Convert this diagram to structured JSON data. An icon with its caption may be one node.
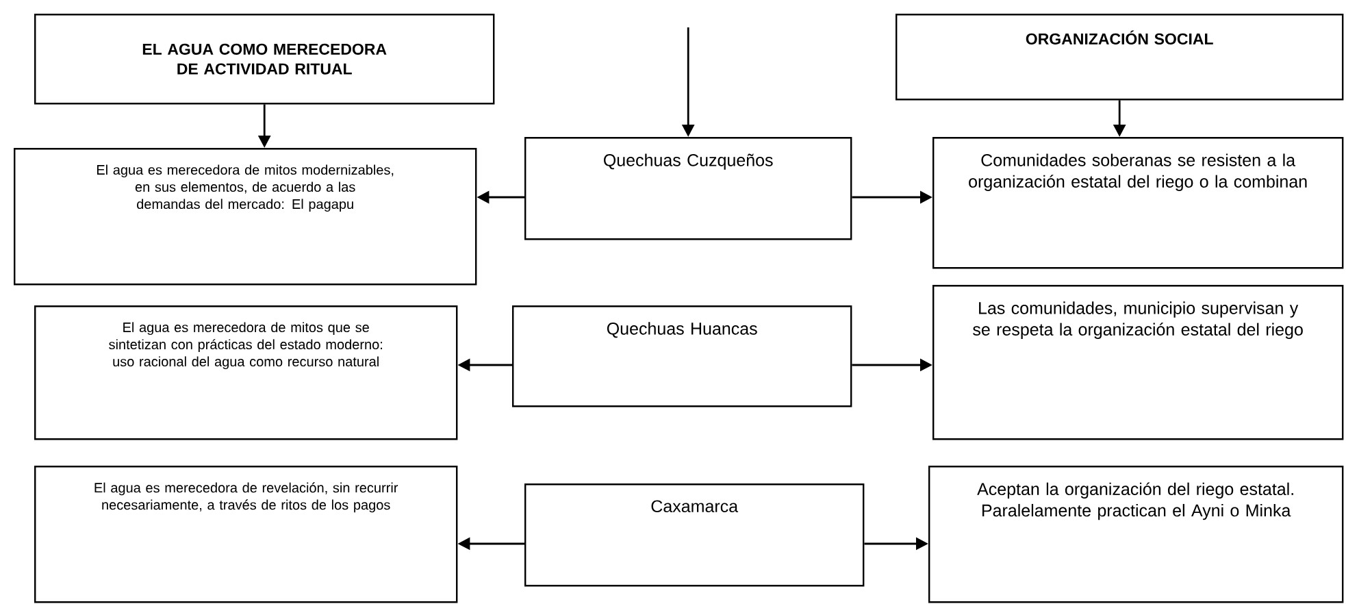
{
  "diagram": {
    "nodes": [
      {
        "text": [
          "EL AGUA COMO MERECEDORA DE ACTIVIDAD RITUAL"
        ]
      },
      {
        "text": [
          "ORGANIZACIÓN SOCIAL"
        ]
      },
      {
        "text": [
          "El agua es merecedora de mitos modernizables, en sus elementos, de acuerdo a las demandas del mercado: El pagapu"
        ]
      },
      {
        "text": [
          "Quechuas Cuzqueños"
        ]
      },
      {
        "text": [
          "Comunidades soberanas se resisten a la organización estatal del riego o la combinan"
        ]
      },
      {
        "text": [
          "El agua es merecedora de mitos que se sintetizan con prácticas del estado moderno: uso racional del agua como recurso natural"
        ]
      },
      {
        "text": [
          "Quechuas Huancas"
        ]
      },
      {
        "text": [
          "Las comunidades, municipio supervisan y se respeta la organización estatal del riego"
        ]
      },
      {
        "text": [
          "El agua es merecedora de revelación, sin recurrir necesariamente, a través de ritos de los pagos"
        ]
      },
      {
        "text": [
          "Caxamarca"
        ]
      },
      {
        "text": [
          "Aceptan la organización del riego estatal. Paralelamente practican el Ayni o Minka"
        ]
      }
    ],
    "edges": [
      {
        "from": 0,
        "to": 2,
        "arrow": "to"
      },
      {
        "from": 1,
        "to": 4,
        "arrow": "to"
      },
      {
        "from": null,
        "to": 3,
        "arrow": "to"
      },
      {
        "from": 3,
        "to": 2,
        "arrow": "to"
      },
      {
        "from": 3,
        "to": 4,
        "arrow": "to"
      },
      {
        "from": 6,
        "to": 5,
        "arrow": "to"
      },
      {
        "from": 6,
        "to": 7,
        "arrow": "to"
      },
      {
        "from": 9,
        "to": 8,
        "arrow": "to"
      },
      {
        "from": 9,
        "to": 10,
        "arrow": "to"
      }
    ]
  }
}
